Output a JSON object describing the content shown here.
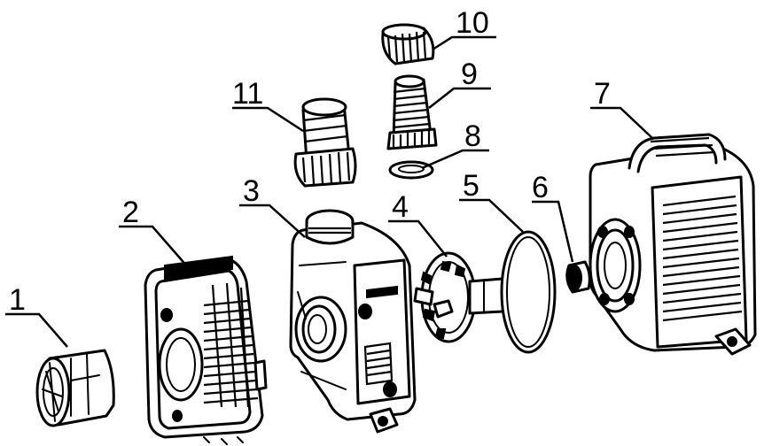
{
  "diagram": {
    "parts": [
      {
        "id": "part-1",
        "number": "1"
      },
      {
        "id": "part-2",
        "number": "2"
      },
      {
        "id": "part-3",
        "number": "3"
      },
      {
        "id": "part-4",
        "number": "4"
      },
      {
        "id": "part-5",
        "number": "5"
      },
      {
        "id": "part-6",
        "number": "6"
      },
      {
        "id": "part-7",
        "number": "7"
      },
      {
        "id": "part-8",
        "number": "8"
      },
      {
        "id": "part-9",
        "number": "9"
      },
      {
        "id": "part-10",
        "number": "10"
      },
      {
        "id": "part-11",
        "number": "11"
      }
    ]
  }
}
